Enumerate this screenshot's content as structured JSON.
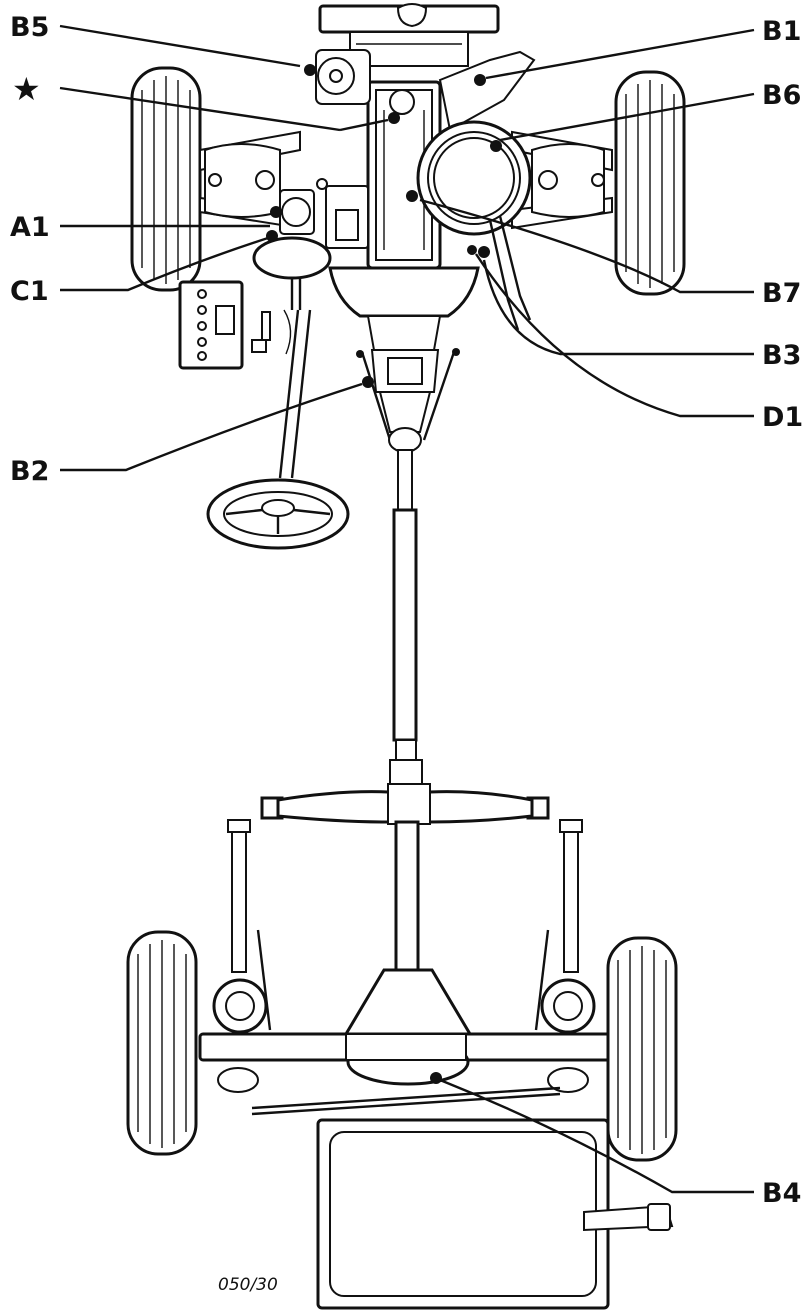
{
  "callouts": {
    "B5": "B5",
    "star": "★",
    "A1": "A1",
    "C1": "C1",
    "B1": "B1",
    "B6": "B6",
    "B7": "B7",
    "B3": "B3",
    "D1": "D1",
    "B2": "B2",
    "B4": "B4"
  },
  "figure_number": "050/30"
}
